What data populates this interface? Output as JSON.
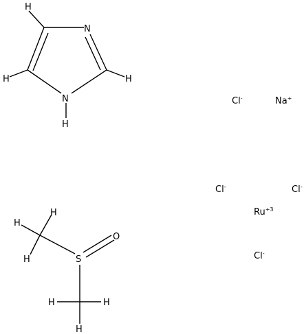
{
  "imidazole": {
    "h_top": "H",
    "n_top": "N",
    "h_left": "H",
    "h_right": "H",
    "n_bottom": "N",
    "h_bottom": "H"
  },
  "dmso": {
    "h_1": "H",
    "h_2": "H",
    "h_3": "H",
    "s": "S",
    "o": "O",
    "h_4": "H",
    "h_5": "H",
    "h_6": "H"
  },
  "ions": {
    "cl_1": {
      "symbol": "Cl",
      "charge": "-"
    },
    "na": {
      "symbol": "Na",
      "charge": "+"
    },
    "cl_2": {
      "symbol": "Cl",
      "charge": "-"
    },
    "cl_3": {
      "symbol": "Cl",
      "charge": "-"
    },
    "ru": {
      "symbol": "Ru",
      "charge": "+3"
    },
    "cl_4": {
      "symbol": "Cl",
      "charge": "-"
    }
  }
}
